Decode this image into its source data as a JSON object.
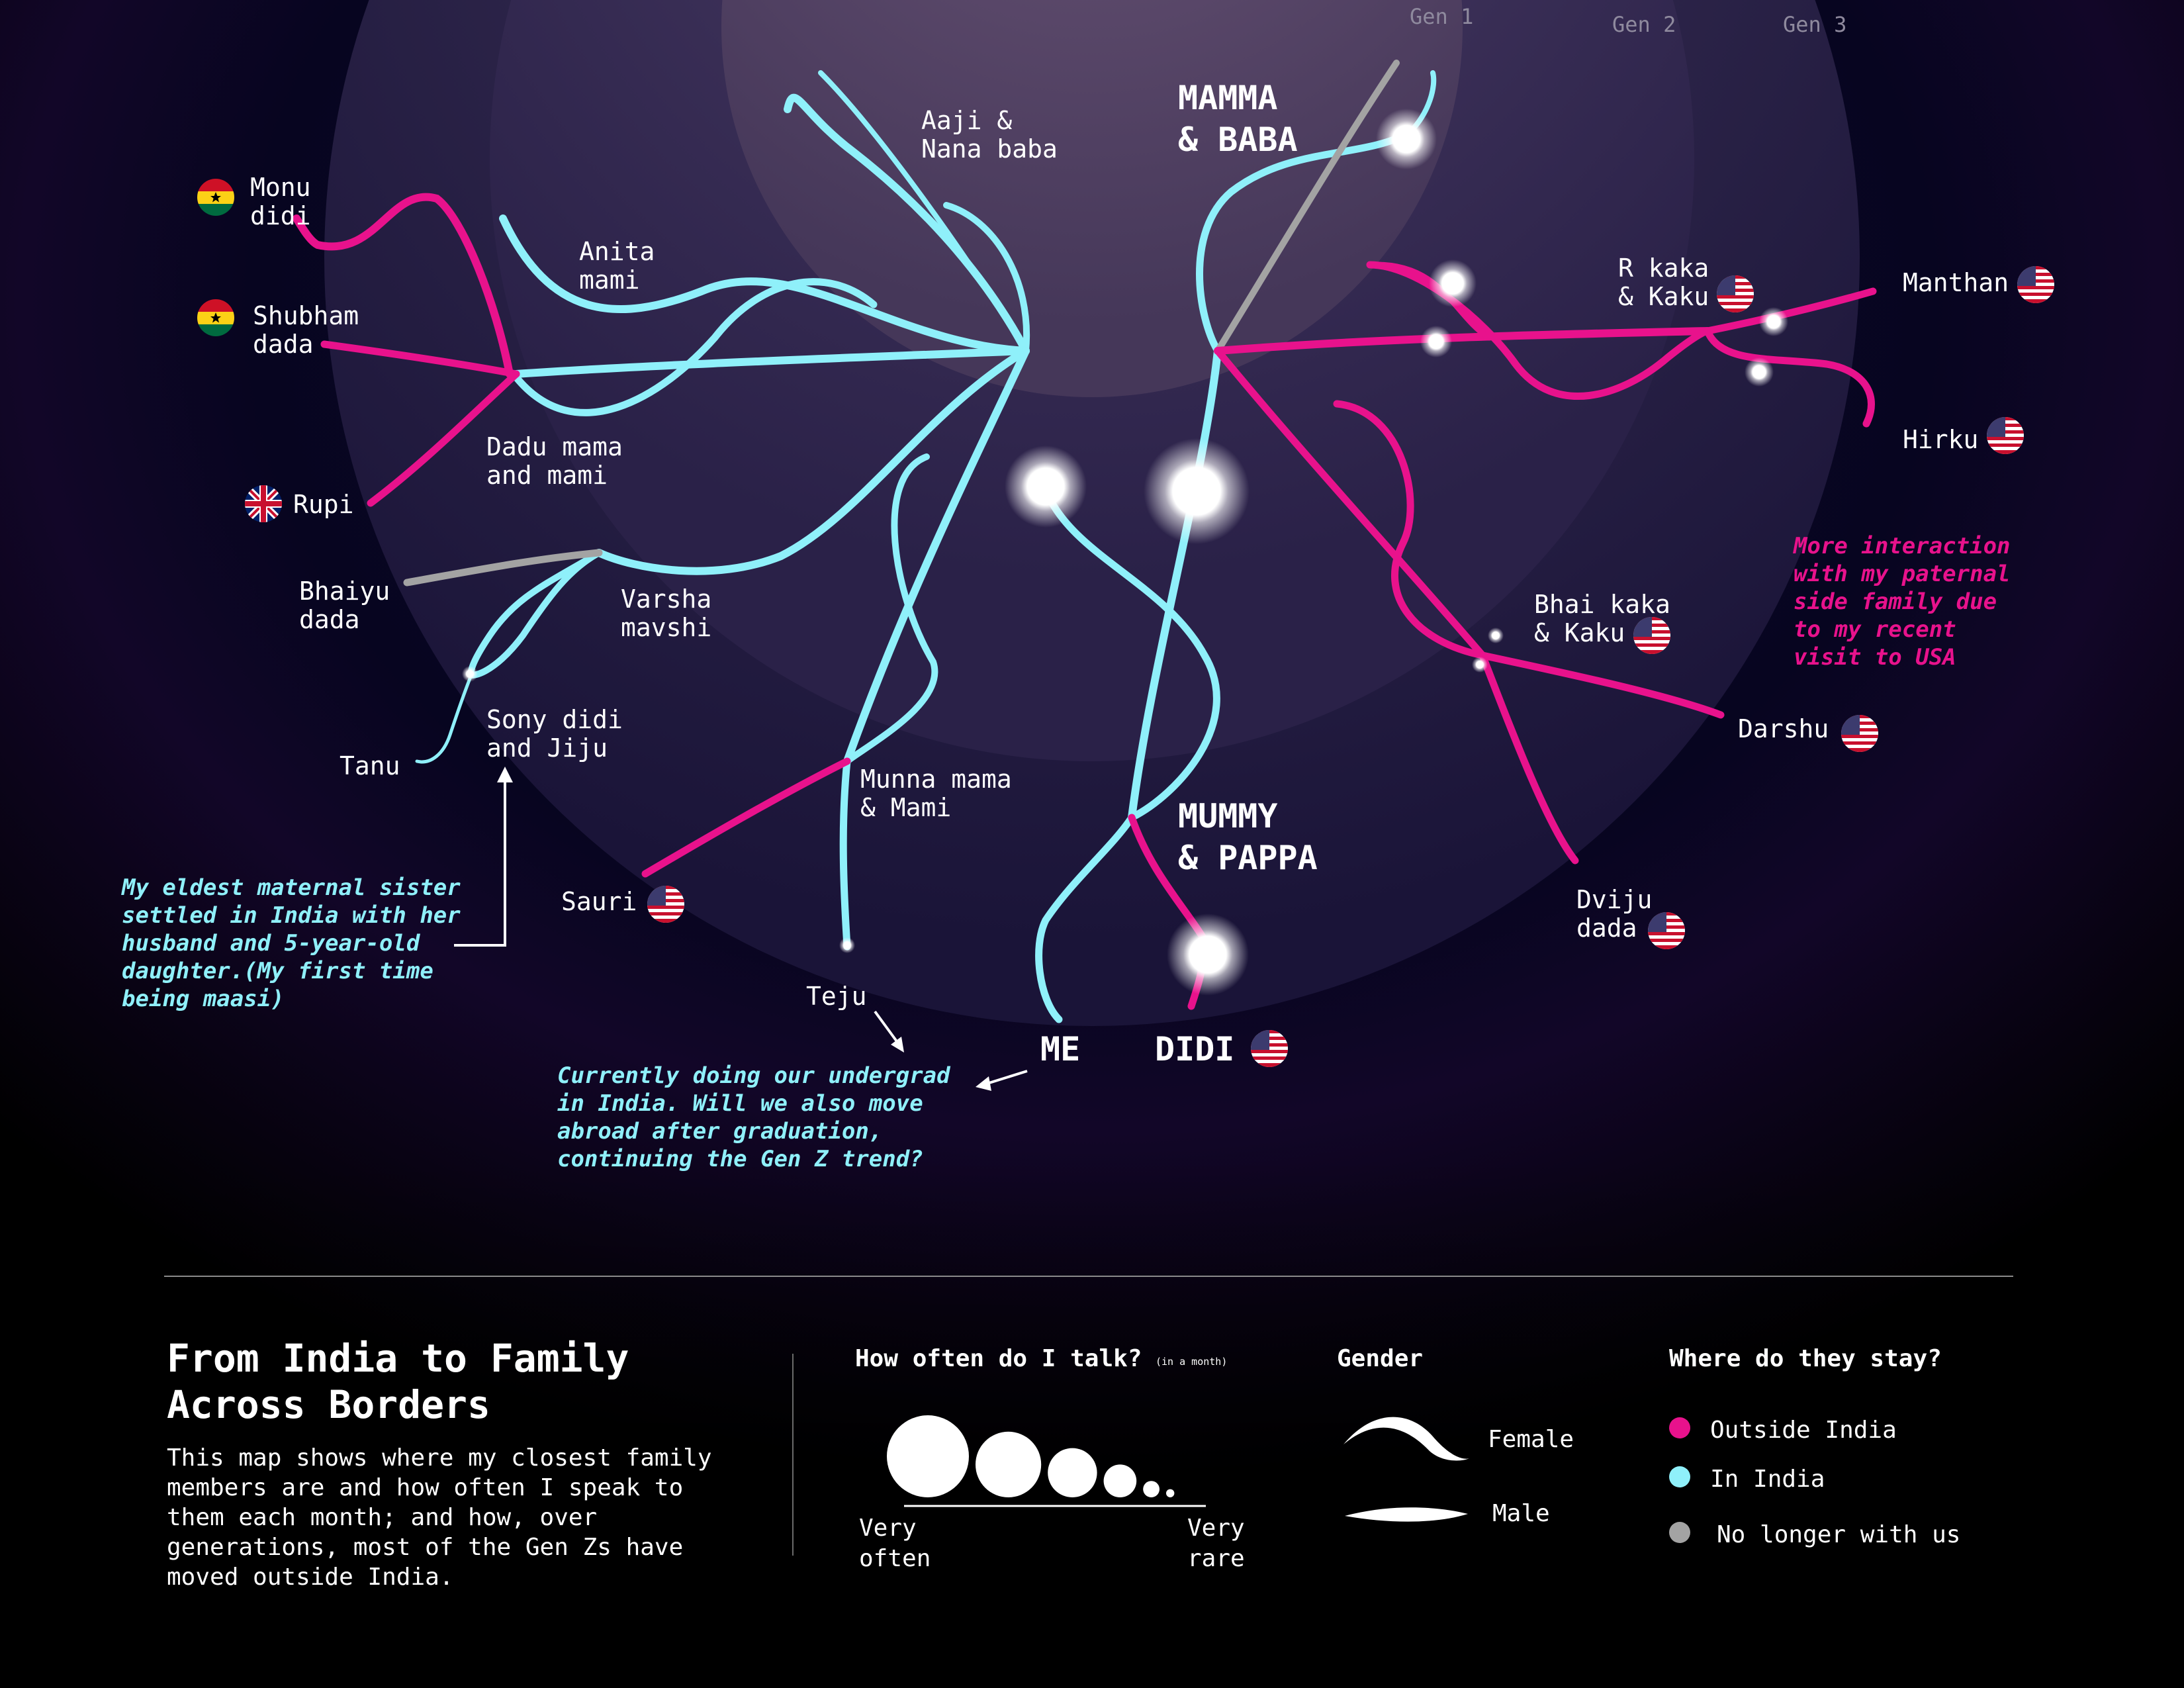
{
  "generations": [
    "Gen 1",
    "Gen 2",
    "Gen 3"
  ],
  "colors": {
    "outside_india": "#e8128c",
    "in_india": "#8ff0fa",
    "no_longer": "#a3a3a3",
    "background": "#06041a"
  },
  "nodes": {
    "mamma_baba": [
      "MAMMA",
      "& BABA"
    ],
    "mummy_pappa": [
      "MUMMY",
      "& PAPPA"
    ],
    "me": "ME",
    "didi": "DIDI",
    "aaji": [
      "Aaji &",
      "Nana baba"
    ],
    "anita": [
      "Anita",
      "mami"
    ],
    "monu": [
      "Monu",
      "didi"
    ],
    "shubham": [
      "Shubham",
      "dada"
    ],
    "dadu": [
      "Dadu mama",
      "and mami"
    ],
    "rupi": "Rupi",
    "bhaiyu": [
      "Bhaiyu",
      "dada"
    ],
    "varsha": [
      "Varsha",
      "mavshi"
    ],
    "sony": [
      "Sony didi",
      "and Jiju"
    ],
    "tanu": "Tanu",
    "munna": [
      "Munna mama",
      "& Mami"
    ],
    "sauri": "Sauri",
    "teju": "Teju",
    "rkaka": [
      "R kaka",
      "& Kaku"
    ],
    "manthan": "Manthan",
    "hirku": "Hirku",
    "bhaikaka": [
      "Bhai kaka",
      "& Kaku"
    ],
    "darshu": "Darshu",
    "dviju": [
      "Dviju",
      "dada"
    ]
  },
  "flags": {
    "monu": "ghana-flag-icon",
    "shubham": "ghana-flag-icon",
    "rupi": "uk-flag-icon",
    "sauri": "us-flag-icon",
    "didi": "us-flag-icon",
    "rkaka": "us-flag-icon",
    "manthan": "us-flag-icon",
    "hirku": "us-flag-icon",
    "bhaikaka": "us-flag-icon",
    "darshu": "us-flag-icon",
    "dviju": "us-flag-icon"
  },
  "notes": {
    "sony_note": [
      "My eldest maternal sister",
      "settled in India with her",
      "husband and 5-year-old",
      "daughter.(My first time",
      "being maasi)"
    ],
    "undergrad_note": [
      "Currently doing our undergrad",
      "in India. Will we also move",
      "abroad after graduation,",
      "continuing the Gen Z trend?"
    ],
    "paternal_note": [
      "More interaction",
      "with my paternal",
      "side family due",
      "to my recent",
      "visit to USA"
    ]
  },
  "legend": {
    "title": [
      "From India to Family",
      "Across Borders"
    ],
    "description": [
      "This map shows where my closest family",
      "members are and how often I speak to",
      "them each month; and how, over",
      "generations, most of the Gen Zs have",
      "moved outside India."
    ],
    "talk": {
      "title": "How often do I talk?",
      "subtitle": "(in a month)",
      "left": [
        "Very",
        "often"
      ],
      "right": [
        "Very",
        "rare"
      ],
      "levels": [
        5,
        4,
        3,
        2,
        1,
        0.5
      ]
    },
    "gender": {
      "title": "Gender",
      "female": "Female",
      "male": "Male"
    },
    "location": {
      "title": "Where do they stay?",
      "outside": "Outside India",
      "inside": "In India",
      "gone": "No longer with us"
    }
  }
}
